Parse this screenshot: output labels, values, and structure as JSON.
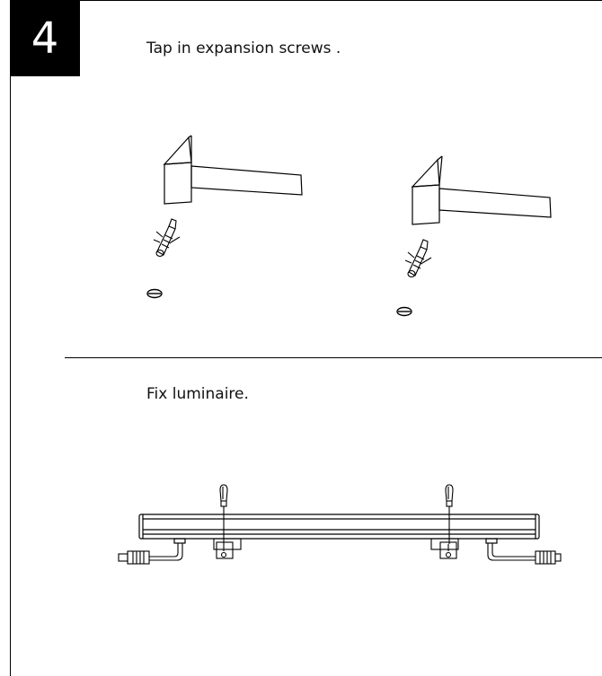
{
  "step": {
    "number": "4"
  },
  "sections": [
    {
      "title": "Tap in expansion screws ."
    },
    {
      "title": "Fix luminaire."
    }
  ],
  "icons": {
    "hammer": "hammer-icon",
    "expansion_screw": "expansion-screw-icon",
    "wall_hole": "wall-hole-icon",
    "luminaire": "luminaire-icon",
    "screwdriver": "screwdriver-icon",
    "mounting_bracket": "mounting-bracket-icon",
    "power_connector": "power-connector-icon"
  },
  "colors": {
    "ink": "#000000",
    "background": "#ffffff",
    "step_badge": "#000000"
  }
}
